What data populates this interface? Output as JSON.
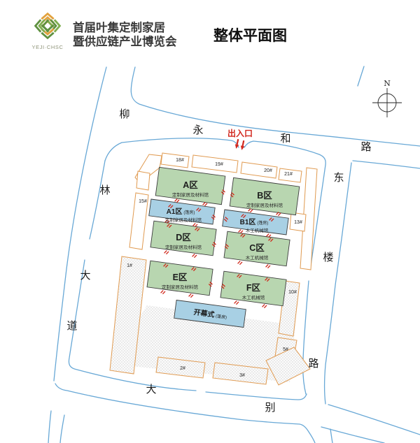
{
  "header": {
    "title_line1": "首届叶集定制家居",
    "title_line2": "暨供应链产业博览会",
    "logo_caption": "YEJI·CHSC",
    "page_title": "整体平面图"
  },
  "map": {
    "compass": "N",
    "entrance_label": "出入口",
    "roads": {
      "liulin": {
        "name": "柳林大道",
        "chars": [
          "柳",
          "林",
          "大",
          "道"
        ]
      },
      "yonghe": {
        "name": "永和路",
        "chars": [
          "永",
          "和",
          "路"
        ]
      },
      "donglou": {
        "name": "东楼路",
        "chars": [
          "东",
          "楼",
          "路"
        ]
      },
      "dabie": {
        "name": "大别",
        "chars": [
          "大",
          "别"
        ]
      }
    },
    "halls": [
      {
        "key": "A",
        "name": "A区",
        "tag": "",
        "sub": "定制家居及材料馆",
        "type": "green"
      },
      {
        "key": "B",
        "name": "B区",
        "tag": "",
        "sub": "定制家居及材料馆",
        "type": "green"
      },
      {
        "key": "A1",
        "name": "A1区",
        "tag": "(篷房)",
        "sub": "定制家居及材料馆",
        "type": "blue"
      },
      {
        "key": "B1",
        "name": "B1区",
        "tag": "(篷房)",
        "sub": "木工机械馆",
        "type": "blue"
      },
      {
        "key": "D",
        "name": "D区",
        "tag": "",
        "sub": "定制家居及材料馆",
        "type": "green"
      },
      {
        "key": "C",
        "name": "C区",
        "tag": "",
        "sub": "木工机械馆",
        "type": "green"
      },
      {
        "key": "E",
        "name": "E区",
        "tag": "",
        "sub": "定制家居及材料馆",
        "type": "green"
      },
      {
        "key": "F",
        "name": "F区",
        "tag": "",
        "sub": "木工机械馆",
        "type": "green"
      }
    ],
    "ceremony": {
      "name": "开幕式",
      "tag": "(篷房)"
    },
    "buildings": [
      {
        "label": "18#"
      },
      {
        "label": "19#"
      },
      {
        "label": "20#"
      },
      {
        "label": "21#"
      },
      {
        "label": "15#"
      },
      {
        "label": "13#"
      },
      {
        "label": "1#"
      },
      {
        "label": "10#"
      },
      {
        "label": "5#"
      },
      {
        "label": "2#"
      },
      {
        "label": "3#"
      }
    ],
    "colors": {
      "hall_green": "#b8d6b0",
      "hall_blue": "#a8d0e4",
      "road_blue": "#68a8d6",
      "outline_orange": "#e09a50",
      "accent_red": "#d2281e"
    }
  }
}
